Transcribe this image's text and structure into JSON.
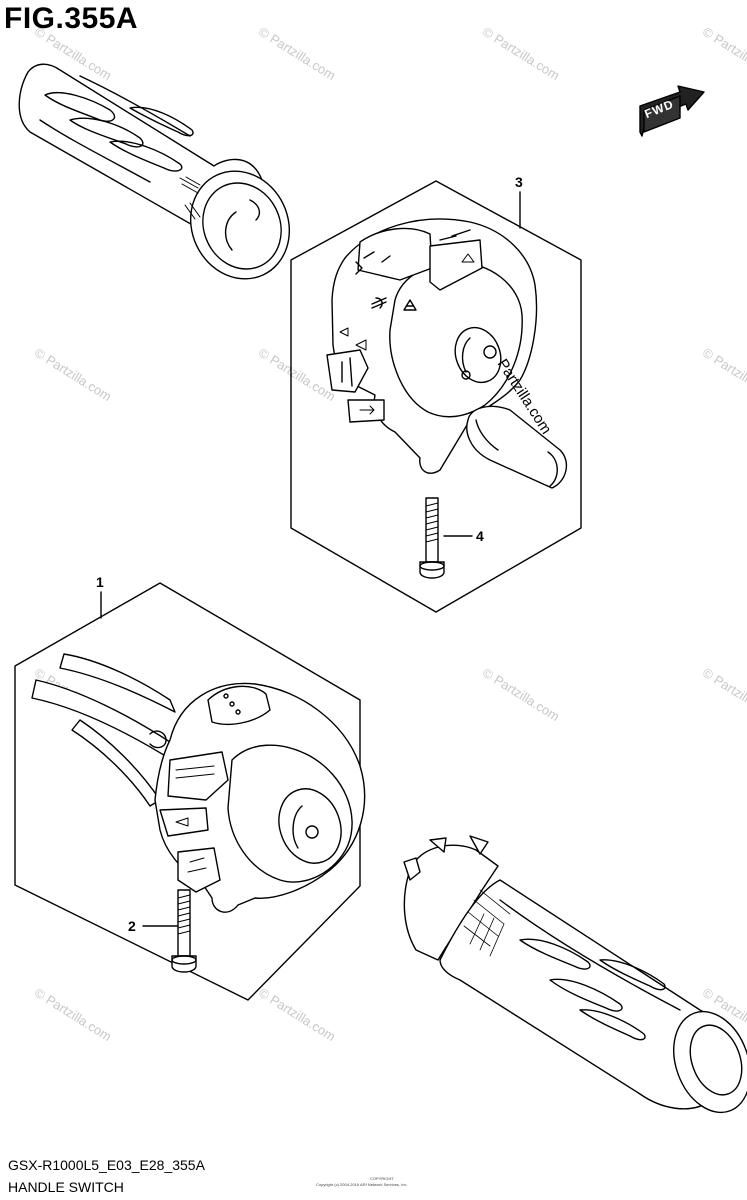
{
  "figure": {
    "title": "FIG.355A",
    "code": "GSX-R1000L5_E03_E28_355A",
    "name": "HANDLE SWITCH",
    "copyright_small": "Copyright (c) 2004-2016 ARI Network Services, Inc.",
    "copyright_small2": "COPYRIGHT"
  },
  "fwd_badge": {
    "label": "FWD"
  },
  "callouts": [
    {
      "number": "1"
    },
    {
      "number": "2"
    },
    {
      "number": "3"
    },
    {
      "number": "4"
    }
  ],
  "watermark": {
    "text": "© Partzilla.com",
    "featured_text": "Partzilla.com"
  }
}
